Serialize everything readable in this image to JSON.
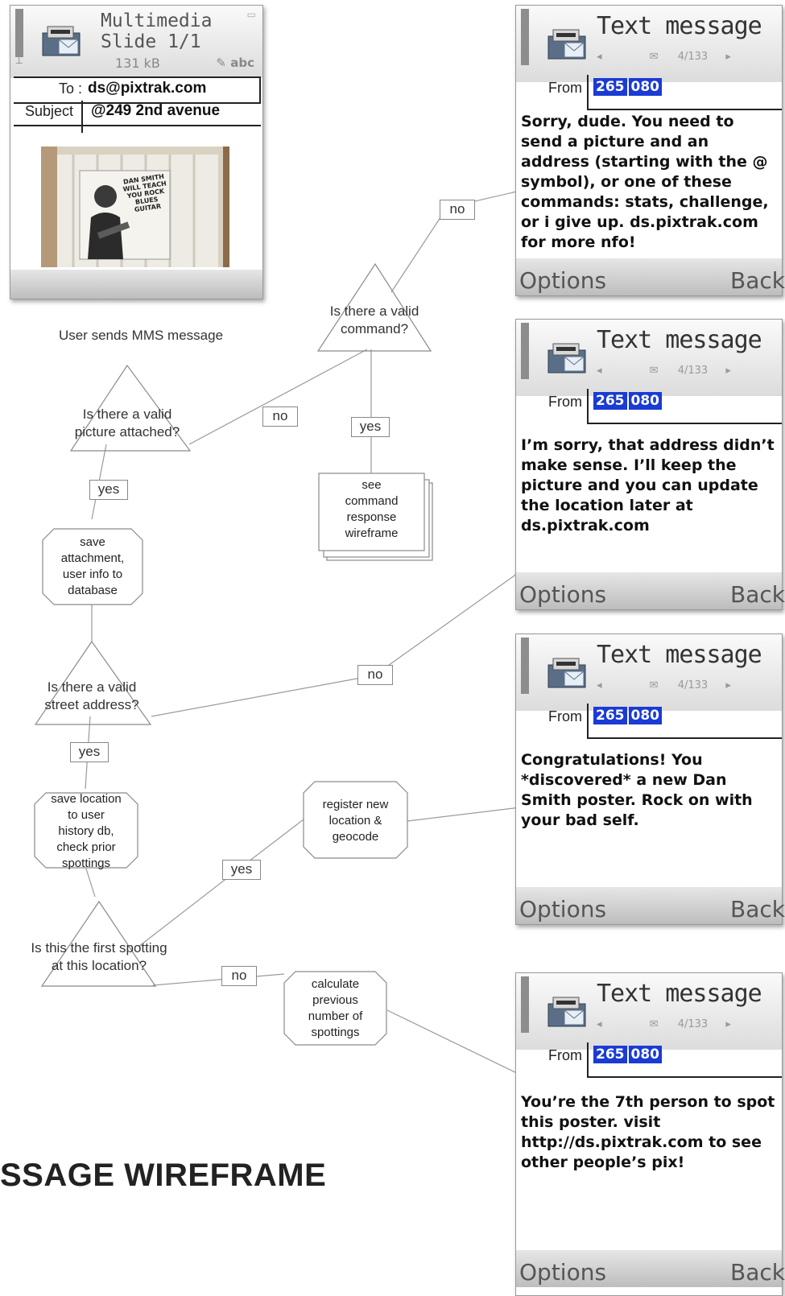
{
  "diagram": {
    "title": "SSAGE WIREFRAME",
    "start_label": "User sends MMS message",
    "decisions": {
      "valid_picture": "Is there a valid\npicture attached?",
      "valid_command": "Is there a valid\ncommand?",
      "valid_address": "Is there a valid\nstreet address?",
      "first_spotting": "Is this the first spotting\nat this location?"
    },
    "process_nodes": {
      "save_attachment": "save\nattachment,\nuser info to\ndatabase",
      "command_wireframe": "see\ncommand\nresponse\nwireframe",
      "save_location": "save location\nto user\nhistory db,\ncheck prior\nspottings",
      "register_location": "register new\nlocation &\ngeocode",
      "calculate_spottings": "calculate\nprevious\nnumber of\nspottings"
    },
    "edge_labels": {
      "picture_no": "no",
      "picture_yes": "yes",
      "command_no": "no",
      "command_yes": "yes",
      "address_no": "no",
      "address_yes": "yes",
      "first_yes": "yes",
      "first_no": "no"
    }
  },
  "mms_screen": {
    "title_line1": "Multimedia",
    "title_line2": "Slide 1/1",
    "size": "131 kB",
    "input_mode": "abc",
    "to_label": "To :",
    "to_value": "ds@pixtrak.com",
    "subject_label": "Subject",
    "subject_value": "@249 2nd avenue",
    "photo_caption": "DAN SMITH WILL TEACH YOU ROCK BLUES GUITAR"
  },
  "text_screens": [
    {
      "title": "Text message",
      "counter": "4/133",
      "from_label": "From",
      "from_a": "265",
      "from_b": "080",
      "message": "Sorry, dude.  You need to send a picture and an address (starting with the @ symbol), or one of these commands: stats, challenge, or i give up. ds.pixtrak.com for more nfo!",
      "left_soft": "Options",
      "right_soft": "Back"
    },
    {
      "title": "Text message",
      "counter": "4/133",
      "from_label": "From",
      "from_a": "265",
      "from_b": "080",
      "message": "I’m sorry, that address didn’t make sense.  I’ll keep the picture and you can update the location later at ds.pixtrak.com",
      "left_soft": "Options",
      "right_soft": "Back"
    },
    {
      "title": "Text message",
      "counter": "4/133",
      "from_label": "From",
      "from_a": "265",
      "from_b": "080",
      "message": "Congratulations! You *discovered* a new Dan Smith poster. Rock on with your bad self.",
      "left_soft": "Options",
      "right_soft": "Back"
    },
    {
      "title": "Text message",
      "counter": "4/133",
      "from_label": "From",
      "from_a": "265",
      "from_b": "080",
      "message": "You’re the 7th person to spot this poster.  visit http://ds.pixtrak.com to see other people’s pix!",
      "left_soft": "Options",
      "right_soft": "Back"
    }
  ]
}
